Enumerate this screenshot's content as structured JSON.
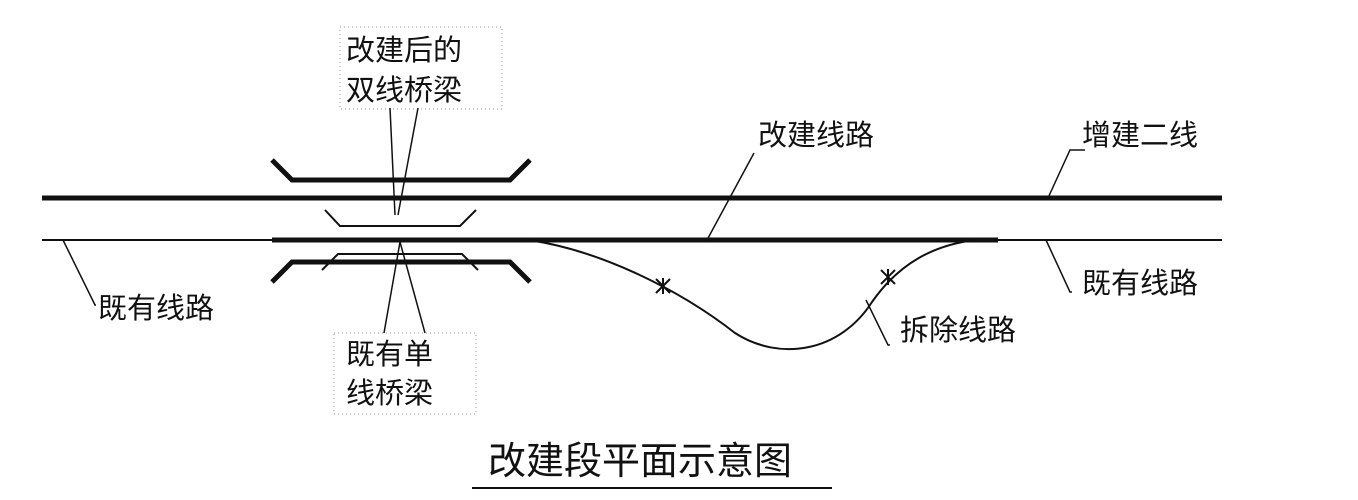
{
  "labels": {
    "new_double_bridge_line1": "改建后的",
    "new_double_bridge_line2": "双线桥梁",
    "rebuilt_line": "改建线路",
    "second_line": "增建二线",
    "existing_line_left": "既有线路",
    "existing_line_right": "既有线路",
    "removed_line": "拆除线路",
    "existing_single_bridge_line1": "既有单",
    "existing_single_bridge_line2": "线桥梁"
  },
  "title": "改建段平面示意图"
}
